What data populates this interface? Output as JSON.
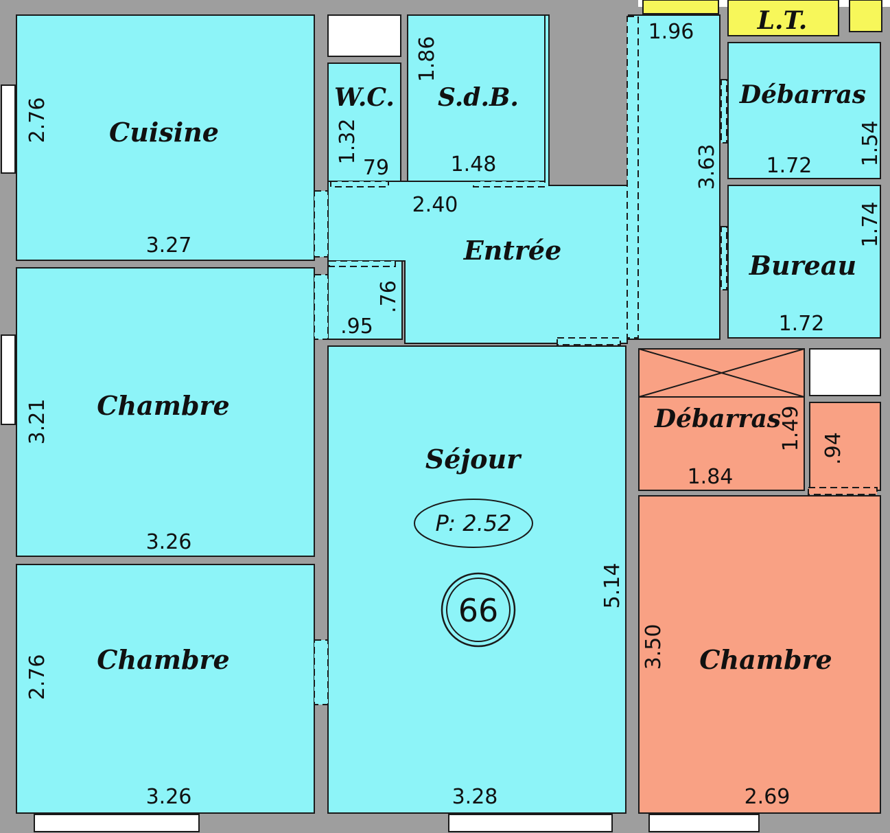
{
  "colors": {
    "wall": "#9e9e9e",
    "room_cyan": "#8df4f8",
    "room_salmon": "#f9a184",
    "service_yellow": "#f7f75a",
    "opening_white": "#ffffff",
    "outline": "#1a1a1a"
  },
  "rooms": {
    "cuisine": "Cuisine",
    "wc": "W.C.",
    "sdb": "S.d.B.",
    "entree": "Entrée",
    "debarras_top": "Débarras",
    "bureau": "Bureau",
    "chambre_mid": "Chambre",
    "chambre_bottom": "Chambre",
    "sejour": "Séjour",
    "debarras_orange": "Débarras",
    "chambre_orange": "Chambre",
    "lt": "L.T."
  },
  "dimensions": {
    "cuisine_w": "3.27",
    "cuisine_h": "2.76",
    "wc_h": "1.32",
    "wc_w": "79",
    "sdb_h": "1.86",
    "sdb_w": "1.48",
    "entree_w": "2.40",
    "corridor_w": "1.96",
    "corridor_h": "3.63",
    "debarras_top_w": "1.72",
    "debarras_top_h": "1.54",
    "bureau_w": "1.72",
    "bureau_h": "1.74",
    "closet_h": ".76",
    "closet_w": ".95",
    "chambre_mid_h": "3.21",
    "chambre_mid_w": "3.26",
    "chambre_bottom_h": "2.76",
    "chambre_bottom_w": "3.26",
    "sejour_h": "5.14",
    "sejour_w": "3.28",
    "debarras_orange_h": "1.49",
    "debarras_orange_w": "1.84",
    "small_closet_h": ".94",
    "chambre_orange_h": "3.50",
    "chambre_orange_w": "2.69"
  },
  "annotations": {
    "perimeter": "P: 2.52",
    "unit_number": "66"
  }
}
